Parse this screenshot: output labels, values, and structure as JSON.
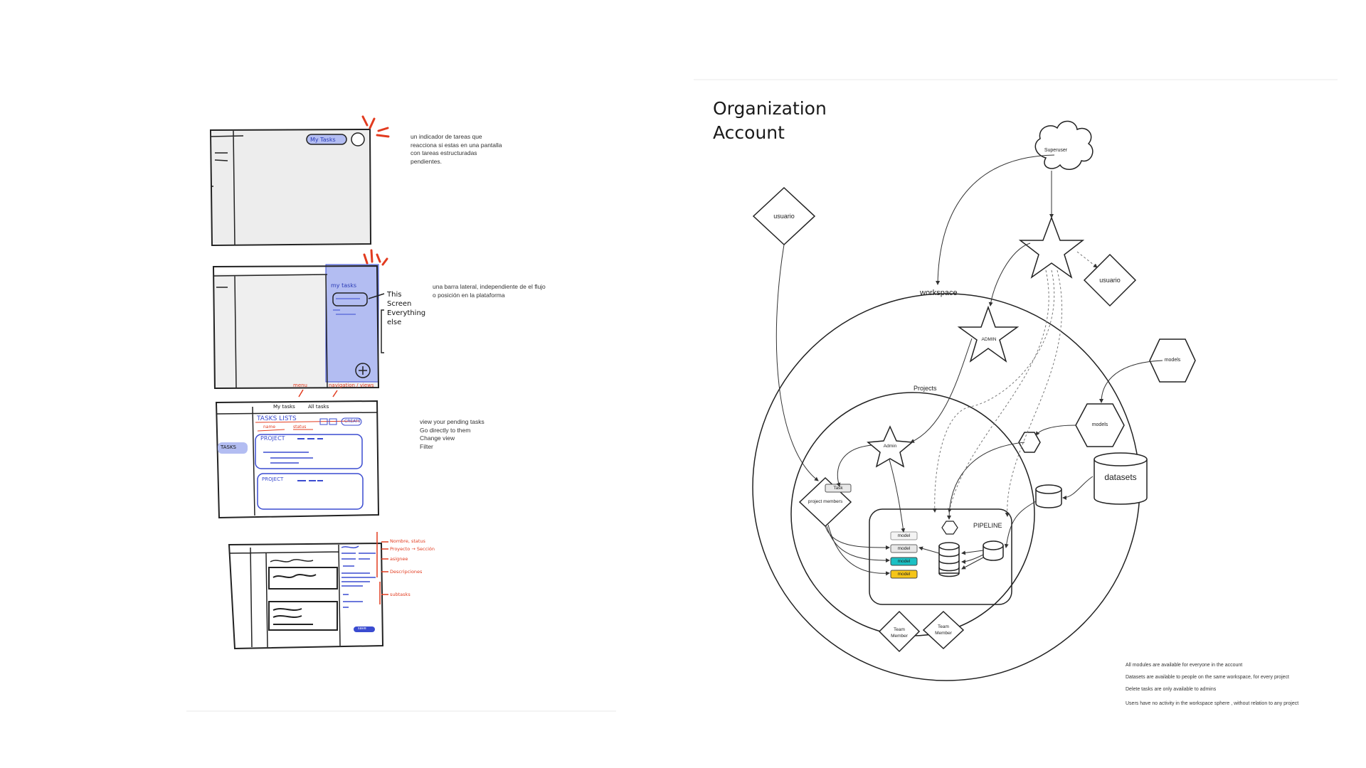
{
  "sketches": {
    "s1": {
      "pill": "My Tasks",
      "note": [
        "un indicador de tareas que",
        "reacciona si estas en una pantalla",
        "con tareas estructuradas",
        "pendientes."
      ]
    },
    "s2": {
      "panel_title": "my tasks",
      "annot": [
        "This",
        "Screen",
        "Everything",
        "else"
      ],
      "note": [
        "una barra lateral, independiente de el flujo",
        "o posición en la plataforma"
      ]
    },
    "s3": {
      "red_menu": "menu",
      "red_nav": "navigation / views",
      "tab_my": "My tasks",
      "tab_all": "All tasks",
      "heading": "TASKS LISTS",
      "red_name": "name",
      "red_status": "status",
      "create": "CREATE",
      "side_label": "TASKS",
      "project1": "PROJECT",
      "project2": "PROJECT",
      "note": [
        "view your pending tasks",
        "Go directly to them",
        "Change view",
        "Filter"
      ]
    },
    "s4": {
      "r1": "Nombre, status",
      "r2": "Proyecto → Sección",
      "r3": "asignee",
      "r4": "Descripciones",
      "r5": "subtasks",
      "send": "save"
    }
  },
  "diagram": {
    "title_line1": "Organization",
    "title_line2": "Account",
    "superuser": "Superuser",
    "usuario_left": "usuario",
    "usuario_right": "usuario",
    "workspace": "workspace",
    "admin_top": "ADMIN",
    "models_top": "models",
    "projects": "Projects",
    "models_inner": "models",
    "admin_inner": "Admin",
    "task": "Task",
    "project_members": "project members",
    "datasets": "datasets",
    "pipeline": "PIPELINE",
    "model_labels": [
      "model",
      "model",
      "model",
      "model"
    ],
    "team_member_1": "Team Member",
    "team_member_2": "Team Member",
    "colors": {
      "teal": "#1cc0c4",
      "yellow": "#f5c518",
      "sketch_blue": "#4a5fe0",
      "sketch_red": "#e23b1f",
      "panel_blue": "#b3bdf2"
    },
    "footnotes": [
      "All modules are available for everyone in the account",
      "Datasets are available to people on the same workspace, for every project",
      "Delete tasks are only available to admins",
      "Users have no activity in the workspace sphere , without relation to any project"
    ]
  }
}
